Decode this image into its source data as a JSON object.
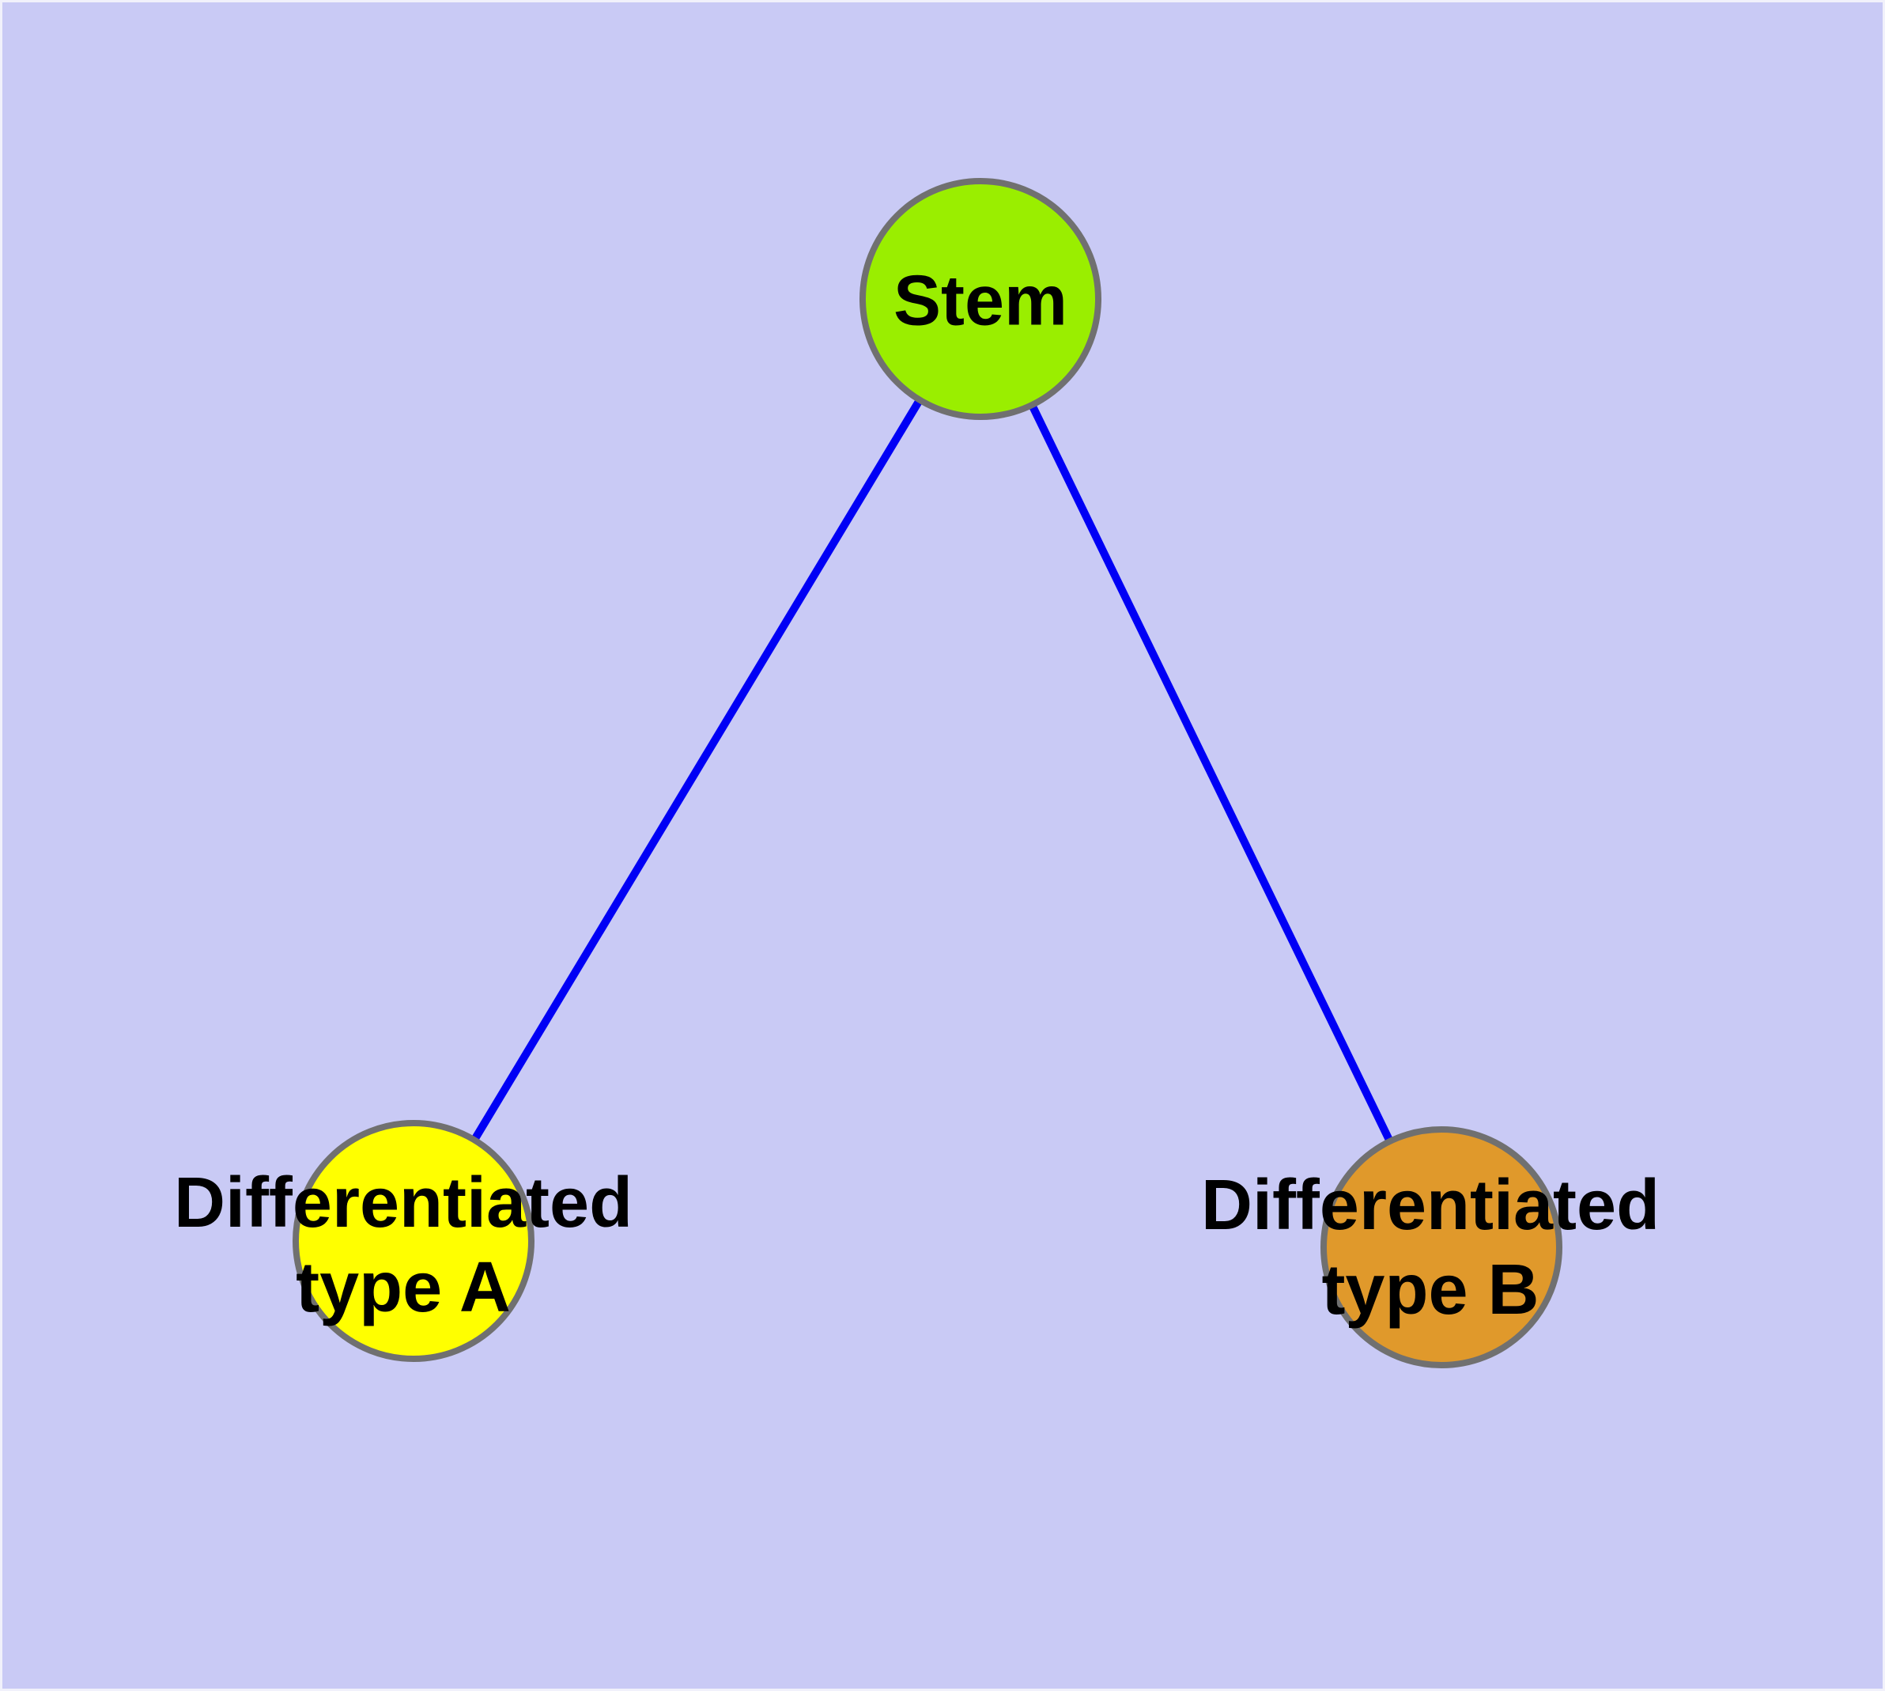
{
  "diagram": {
    "title": "cell differentiation graph",
    "background_color": "#c9caf5",
    "node_border_color": "#707070",
    "edge_color": "#0000f5",
    "nodes": [
      {
        "id": "stem",
        "label_lines": [
          "Stem"
        ],
        "color": "#9aee00"
      },
      {
        "id": "type_a",
        "label_lines": [
          "Differentiated",
          "type A"
        ],
        "color": "#ffff00"
      },
      {
        "id": "type_b",
        "label_lines": [
          "Differentiated",
          "type B"
        ],
        "color": "#e0992b"
      }
    ],
    "edges": [
      {
        "from": "stem",
        "to": "type_a"
      },
      {
        "from": "stem",
        "to": "type_b"
      }
    ]
  }
}
